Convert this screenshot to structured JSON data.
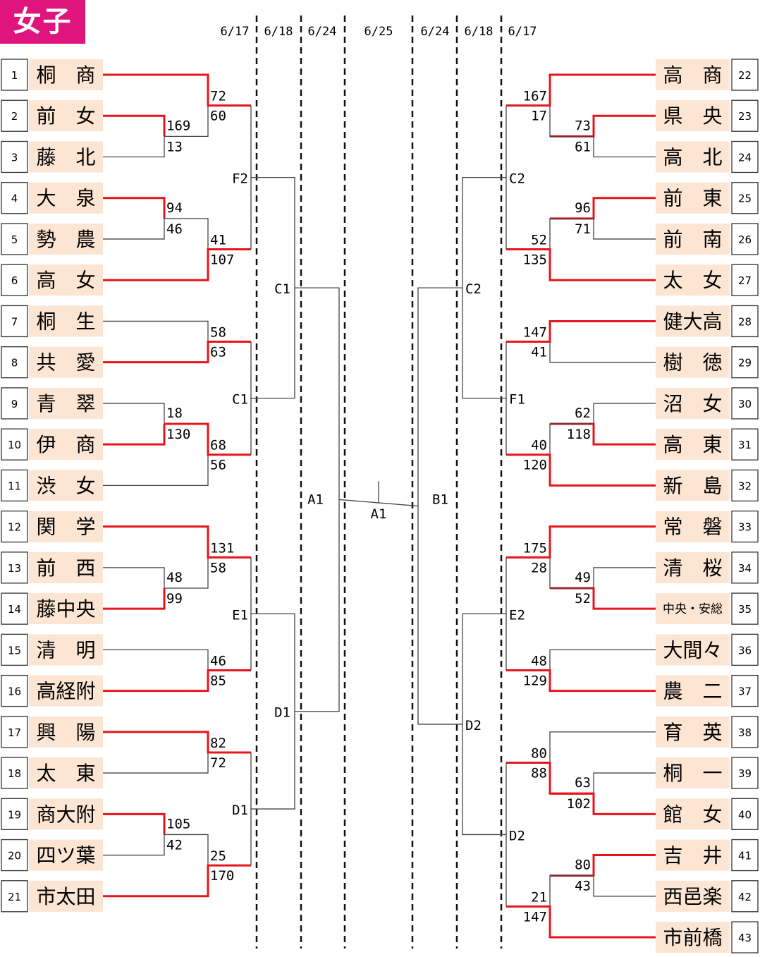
{
  "header": {
    "category": "女子"
  },
  "dates": [
    {
      "label": "6/17",
      "side": "left"
    },
    {
      "label": "6/18",
      "side": "left"
    },
    {
      "label": "6/24",
      "side": "left"
    },
    {
      "label": "6/25",
      "side": "center"
    },
    {
      "label": "6/24",
      "side": "right"
    },
    {
      "label": "6/18",
      "side": "right"
    },
    {
      "label": "6/17",
      "side": "right"
    }
  ],
  "colors": {
    "win": "#e8141c",
    "lose": "#444444",
    "name_bg": "#fce5d2",
    "tag_bg": "#e0147d"
  },
  "left_teams": [
    {
      "seed": "1",
      "name": "桐　商"
    },
    {
      "seed": "2",
      "name": "前　女"
    },
    {
      "seed": "3",
      "name": "藤　北"
    },
    {
      "seed": "4",
      "name": "大　泉"
    },
    {
      "seed": "5",
      "name": "勢　農"
    },
    {
      "seed": "6",
      "name": "高　女"
    },
    {
      "seed": "7",
      "name": "桐　生"
    },
    {
      "seed": "8",
      "name": "共　愛"
    },
    {
      "seed": "9",
      "name": "青　翠"
    },
    {
      "seed": "10",
      "name": "伊　商"
    },
    {
      "seed": "11",
      "name": "渋　女"
    },
    {
      "seed": "12",
      "name": "関　学"
    },
    {
      "seed": "13",
      "name": "前　西"
    },
    {
      "seed": "14",
      "name": "藤中央"
    },
    {
      "seed": "15",
      "name": "清　明"
    },
    {
      "seed": "16",
      "name": "高経附"
    },
    {
      "seed": "17",
      "name": "興　陽"
    },
    {
      "seed": "18",
      "name": "太　東"
    },
    {
      "seed": "19",
      "name": "商大附"
    },
    {
      "seed": "20",
      "name": "四ツ葉"
    },
    {
      "seed": "21",
      "name": "市太田"
    }
  ],
  "right_teams": [
    {
      "seed": "22",
      "name": "高　商"
    },
    {
      "seed": "23",
      "name": "県　央"
    },
    {
      "seed": "24",
      "name": "高　北"
    },
    {
      "seed": "25",
      "name": "前　東"
    },
    {
      "seed": "26",
      "name": "前　南"
    },
    {
      "seed": "27",
      "name": "太　女"
    },
    {
      "seed": "28",
      "name": "健大高"
    },
    {
      "seed": "29",
      "name": "樹　徳"
    },
    {
      "seed": "30",
      "name": "沼　女"
    },
    {
      "seed": "31",
      "name": "高　東"
    },
    {
      "seed": "32",
      "name": "新　島"
    },
    {
      "seed": "33",
      "name": "常　磐"
    },
    {
      "seed": "34",
      "name": "清　桜"
    },
    {
      "seed": "35",
      "name": "中央・安総"
    },
    {
      "seed": "36",
      "name": "大間々"
    },
    {
      "seed": "37",
      "name": "農　二"
    },
    {
      "seed": "38",
      "name": "育　英"
    },
    {
      "seed": "39",
      "name": "桐　一"
    },
    {
      "seed": "40",
      "name": "館　女"
    },
    {
      "seed": "41",
      "name": "吉　井"
    },
    {
      "seed": "42",
      "name": "西邑楽"
    },
    {
      "seed": "43",
      "name": "市前橋"
    }
  ],
  "left_scores": {
    "r1": [
      {
        "pair": "2-3",
        "top": "169",
        "bottom": "13",
        "winner": "top"
      },
      {
        "pair": "4-5",
        "top": "94",
        "bottom": "46",
        "winner": "top"
      },
      {
        "pair": "9-10",
        "top": "18",
        "bottom": "130",
        "winner": "bottom"
      },
      {
        "pair": "13-14",
        "top": "48",
        "bottom": "99",
        "winner": "bottom"
      },
      {
        "pair": "19-20",
        "top": "105",
        "bottom": "42",
        "winner": "top"
      }
    ],
    "r2": [
      {
        "group": "1-3",
        "top": "72",
        "bottom": "60",
        "winner": "top"
      },
      {
        "group": "4-6",
        "top": "41",
        "bottom": "107",
        "winner": "bottom"
      },
      {
        "group": "7-8",
        "top": "58",
        "bottom": "63",
        "winner": "bottom"
      },
      {
        "group": "9-11",
        "top": "68",
        "bottom": "56",
        "winner": "top"
      },
      {
        "group": "12-14",
        "top": "131",
        "bottom": "58",
        "winner": "top"
      },
      {
        "group": "15-16",
        "top": "46",
        "bottom": "85",
        "winner": "bottom"
      },
      {
        "group": "17-18",
        "top": "82",
        "bottom": "72",
        "winner": "top"
      },
      {
        "group": "19-21",
        "top": "25",
        "bottom": "170",
        "winner": "bottom"
      }
    ]
  },
  "right_scores": {
    "r1": [
      {
        "pair": "23-24",
        "top": "73",
        "bottom": "61",
        "winner": "top"
      },
      {
        "pair": "25-26",
        "top": "96",
        "bottom": "71",
        "winner": "top"
      },
      {
        "pair": "30-31",
        "top": "62",
        "bottom": "118",
        "winner": "bottom"
      },
      {
        "pair": "34-35",
        "top": "49",
        "bottom": "52",
        "winner": "bottom"
      },
      {
        "pair": "39-40",
        "top": "63",
        "bottom": "102",
        "winner": "bottom"
      },
      {
        "pair": "41-42",
        "top": "80",
        "bottom": "43",
        "winner": "top"
      }
    ],
    "r2": [
      {
        "group": "22-24",
        "top": "167",
        "bottom": "17",
        "winner": "top"
      },
      {
        "group": "25-27",
        "top": "52",
        "bottom": "135",
        "winner": "bottom"
      },
      {
        "group": "28-29",
        "top": "147",
        "bottom": "41",
        "winner": "top"
      },
      {
        "group": "30-32",
        "top": "40",
        "bottom": "120",
        "winner": "bottom"
      },
      {
        "group": "33-35",
        "top": "175",
        "bottom": "28",
        "winner": "top"
      },
      {
        "group": "36-37",
        "top": "48",
        "bottom": "129",
        "winner": "bottom"
      },
      {
        "group": "38-40",
        "top": "80",
        "bottom": "88",
        "winner": "bottom"
      },
      {
        "group": "41-43",
        "top": "21",
        "bottom": "147",
        "winner": "bottom"
      }
    ]
  },
  "match_labels": {
    "left_r3": [
      "F2",
      "C1",
      "E1",
      "D1"
    ],
    "left_r4": [
      "C1",
      "D1"
    ],
    "left_r5": "A1",
    "final": "A1",
    "right_r5": "B1",
    "right_r4": [
      "C2",
      "D2"
    ],
    "right_r3": [
      "C2",
      "F1",
      "E2",
      "D2"
    ]
  }
}
